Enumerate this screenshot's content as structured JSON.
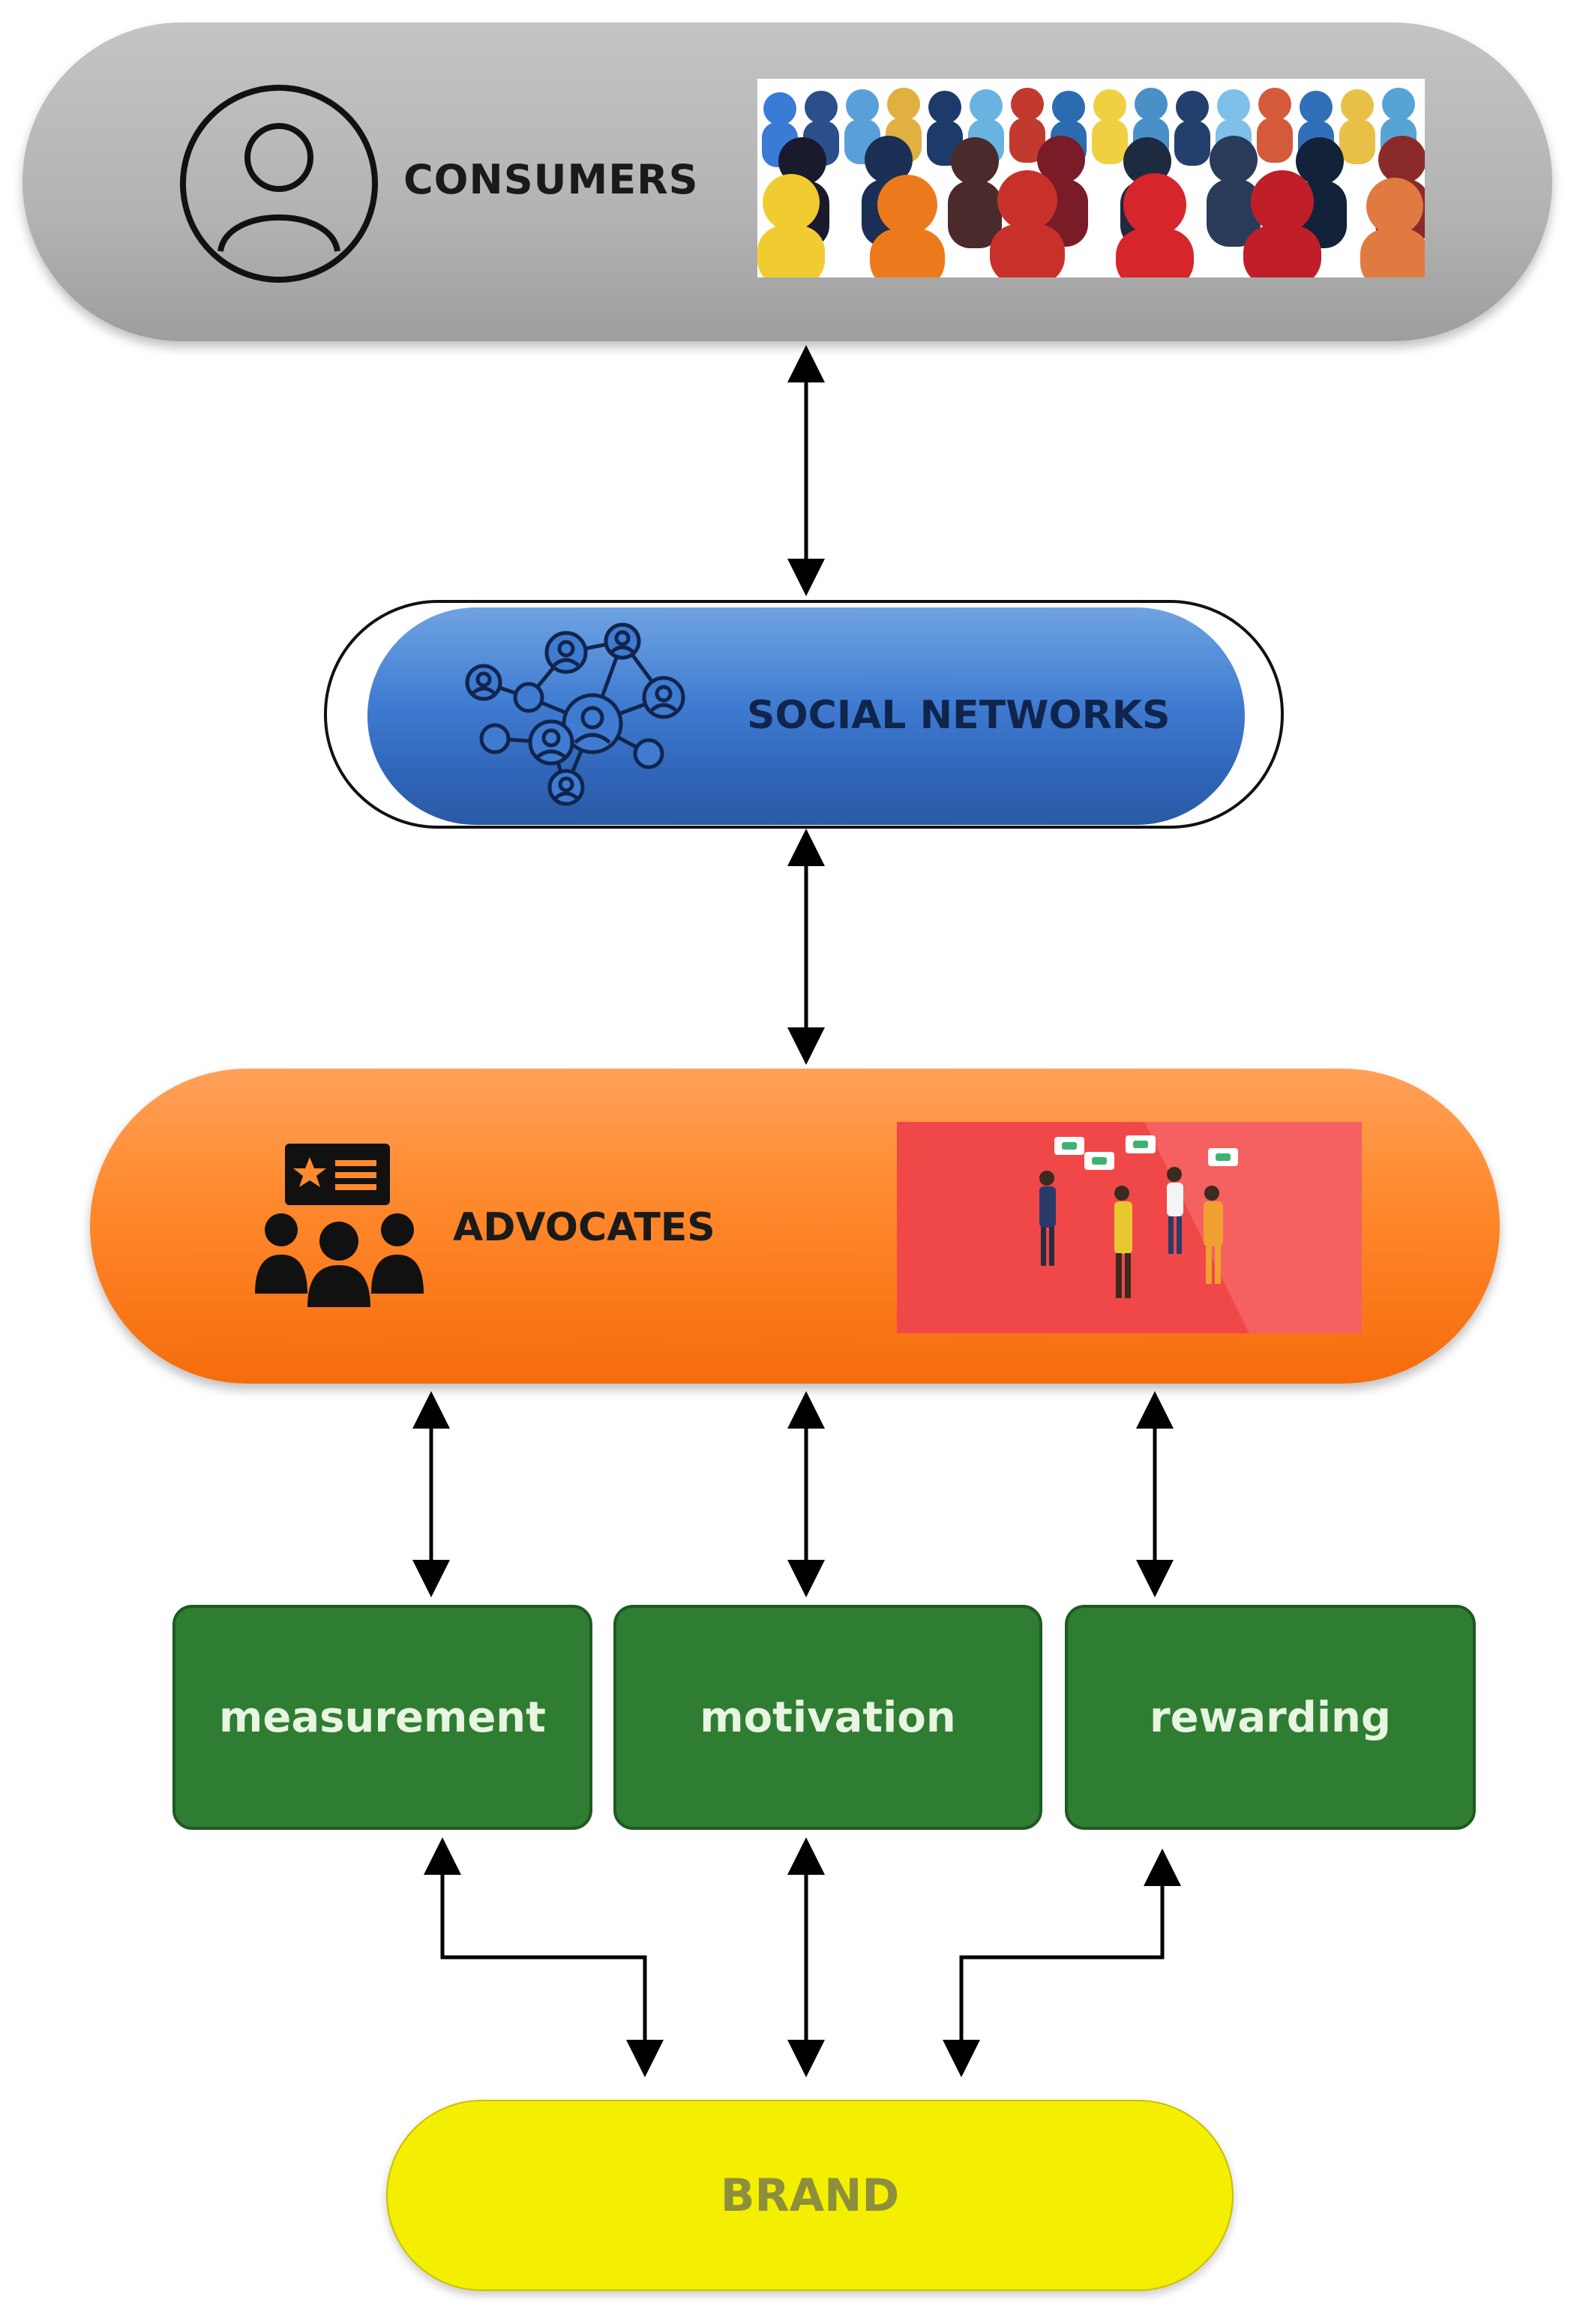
{
  "nodes": {
    "consumers": {
      "label": "CONSUMERS",
      "icon": "user-circle-icon",
      "image": "crowd-image"
    },
    "social_networks": {
      "label": "SOCIAL NETWORKS",
      "icon": "network-icon"
    },
    "advocates": {
      "label": "ADVOCATES",
      "icon": "team-icon",
      "image": "advocates-illustration"
    },
    "measurement": {
      "label": "measurement"
    },
    "motivation": {
      "label": "motivation"
    },
    "rewarding": {
      "label": "rewarding"
    },
    "brand": {
      "label": "BRAND"
    }
  },
  "edges": [
    {
      "from": "consumers",
      "to": "social_networks",
      "direction": "both"
    },
    {
      "from": "social_networks",
      "to": "advocates",
      "direction": "both"
    },
    {
      "from": "advocates",
      "to": "measurement",
      "direction": "both"
    },
    {
      "from": "advocates",
      "to": "motivation",
      "direction": "both"
    },
    {
      "from": "advocates",
      "to": "rewarding",
      "direction": "both"
    },
    {
      "from": "brand",
      "to": "measurement",
      "direction": "both"
    },
    {
      "from": "brand",
      "to": "motivation",
      "direction": "both"
    },
    {
      "from": "brand",
      "to": "rewarding",
      "direction": "both"
    }
  ],
  "colors": {
    "consumers": "#b3b3b3",
    "social_networks": "#3f7bd1",
    "advocates": "#ff8a2e",
    "green_boxes": "#2e7d32",
    "brand": "#f4ee00"
  }
}
